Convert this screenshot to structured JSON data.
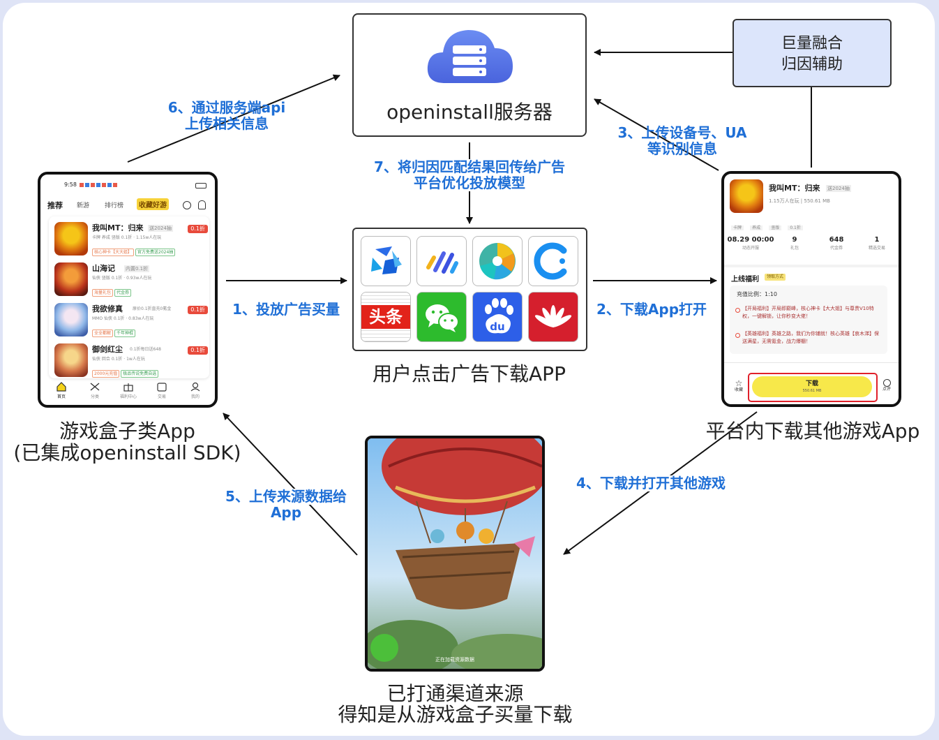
{
  "server": {
    "title": "openinstall服务器"
  },
  "attribution": {
    "line1": "巨量融合",
    "line2": "归因辅助"
  },
  "steps": {
    "s1": "1、投放广告买量",
    "s2": "2、下载App打开",
    "s3_line1": "3、上传设备号、UA",
    "s3_line2": "等识别信息",
    "s4": "4、下载并打开其他游戏",
    "s5_line1": "5、上传来源数据给",
    "s5_line2": "App",
    "s6_line1": "6、通过服务端api",
    "s6_line2": "上传相关信息",
    "s7_line1": "7、将归因匹配结果回传给广告",
    "s7_line2": "平台优化投放模型"
  },
  "captions": {
    "left_line1": "游戏盒子类App",
    "left_line2": "(已集成openinstall SDK)",
    "center": "用户点击广告下载APP",
    "right": "平台内下载其他游戏App",
    "bottom_line1": "已打通渠道来源",
    "bottom_line2": "得知是从游戏盒子买量下载"
  },
  "ad_platforms": [
    {
      "name": "tile-1",
      "text": ""
    },
    {
      "name": "tile-2",
      "text": ""
    },
    {
      "name": "tile-3",
      "text": ""
    },
    {
      "name": "tile-4",
      "text": ""
    },
    {
      "name": "toutiao",
      "text": "头条"
    },
    {
      "name": "wechat",
      "text": ""
    },
    {
      "name": "baidu",
      "text": "du"
    },
    {
      "name": "huawei",
      "text": ""
    }
  ],
  "left_phone": {
    "time": "9:58",
    "tabs": [
      "推荐",
      "新游",
      "排行榜"
    ],
    "banner": "收藏好游",
    "games": [
      {
        "name": "我叫MT：归来",
        "badge": "送2024抽",
        "meta": "卡牌 养成 竖版 0.1折 · 1.15w人在玩",
        "tag1": "核心神卡【大大姐】",
        "tag2": "官方免费送2024抽",
        "discount": "0.1折"
      },
      {
        "name": "山海记",
        "badge": "内置0.1折",
        "meta": "仙侠 竖版 0.1折 · 0.93w人在玩",
        "tag1": "海量礼包",
        "tag2": "代金券",
        "discount": ""
      },
      {
        "name": "我欲修真",
        "badge": "原价0.1折直充0氪金",
        "meta": "MMO 仙侠 0.1折 · 0.83w人在玩",
        "tag1": "全全都解",
        "tag2": "千年神棍",
        "discount": "0.1折"
      },
      {
        "name": "御剑红尘",
        "badge": "0.1折每日送648",
        "meta": "仙侠 回合 0.1折 · 1w人在玩",
        "tag1": "2000元充值",
        "tag2": "极品传说免费自选",
        "discount": "0.1折"
      }
    ],
    "nav": [
      "首页",
      "分类",
      "福利中心",
      "交易",
      "我的"
    ]
  },
  "right_phone": {
    "game_name": "我叫MT：归来",
    "badge": "送2024抽",
    "meta": "1.15万人在玩 | 550.61 MB",
    "tags": [
      "卡牌",
      "养成",
      "竖版",
      "0.1折"
    ],
    "stats": [
      {
        "value": "08.29 00:00",
        "label": "动态开服"
      },
      {
        "value": "9",
        "label": "礼包"
      },
      {
        "value": "648",
        "label": "代金券"
      },
      {
        "value": "1",
        "label": "精选交易"
      }
    ],
    "welfare_title": "上线福利",
    "welfare_badge": "领取方式",
    "ratio": "充值比例：1:10",
    "benefit1": "【开局福利】开局即巅峰，核心神卡【大大姐】与尊贵V10特权，一键解锁，让你秒变大佬！",
    "benefit2": "【英雄福利】英雄之路，我们为你铺就！核心英雄【哀木涕】保送满星，无需氪金，战力爆棚！",
    "fav": "收藏",
    "download": "下载",
    "download_size": "550.61 MB",
    "comment": "点评"
  },
  "game_screen": {
    "loading": "正在加载资源数据"
  },
  "colors": {
    "accent": "#1f6fd6",
    "border": "#333333",
    "attr_fill": "#dce5fb"
  }
}
